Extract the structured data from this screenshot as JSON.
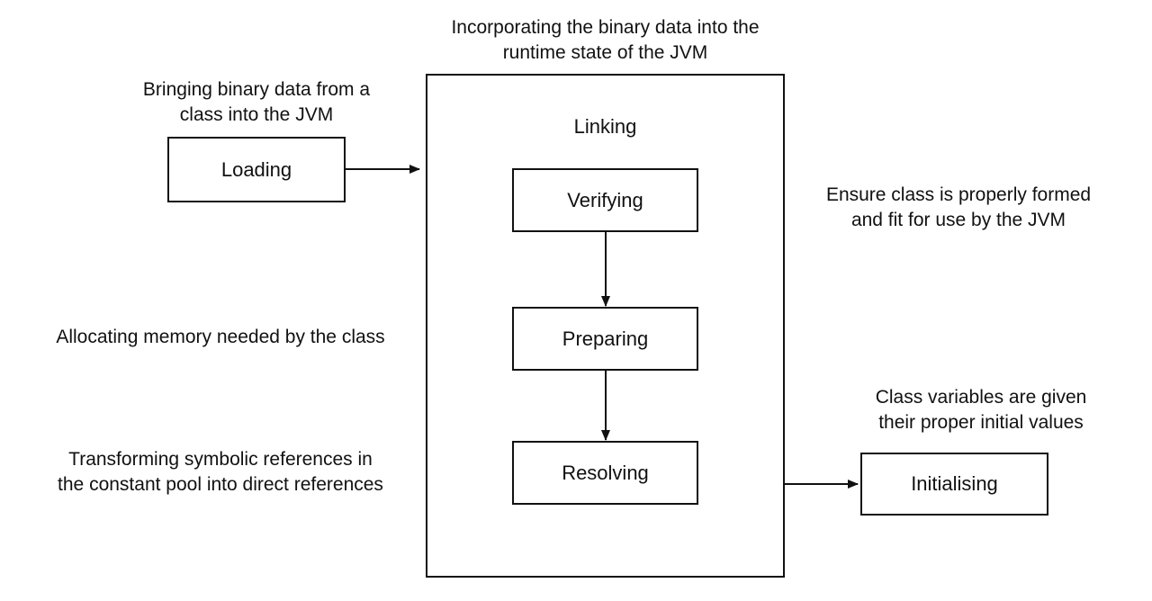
{
  "diagram": {
    "linking_title": "Linking",
    "boxes": {
      "loading": "Loading",
      "verifying": "Verifying",
      "preparing": "Preparing",
      "resolving": "Resolving",
      "initialising": "Initialising"
    },
    "notes": {
      "linking": [
        "Incorporating the binary data into the",
        "runtime state of the JVM"
      ],
      "loading": [
        "Bringing binary data from a",
        "class into the JVM"
      ],
      "verifying": [
        "Ensure class is properly formed",
        "and fit for use by the JVM"
      ],
      "preparing": [
        "Allocating memory needed by the class"
      ],
      "resolving": [
        "Transforming symbolic references in",
        "the constant pool into direct references"
      ],
      "initialising": [
        "Class variables are given",
        "their proper initial values"
      ]
    },
    "colors": {
      "stroke": "#111111",
      "background": "#ffffff"
    }
  }
}
